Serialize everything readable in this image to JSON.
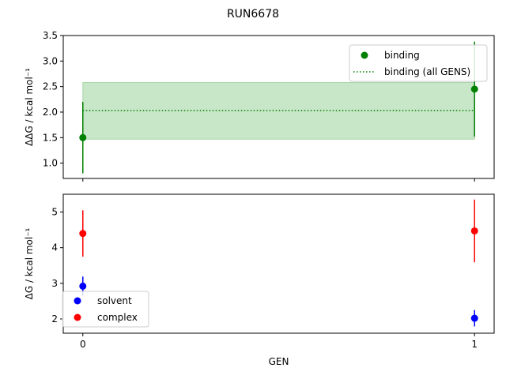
{
  "title": "RUN6678",
  "colors": {
    "binding": "#008000",
    "band": "#c8e6c8",
    "solvent": "#0000ff",
    "complex": "#ff0000"
  },
  "chart_data": [
    {
      "type": "scatter",
      "panel": "top",
      "ylabel": "ΔΔG / kcal mol⁻¹",
      "ylim": [
        0.7,
        3.5
      ],
      "yticks": [
        "1.0",
        "1.5",
        "2.0",
        "2.5",
        "3.0",
        "3.5"
      ],
      "xlim": [
        -0.05,
        1.05
      ],
      "show_xticklabels": false,
      "series": [
        {
          "name": "binding",
          "marker": "circle",
          "x": [
            0,
            1
          ],
          "y": [
            1.5,
            2.45
          ],
          "yerr": [
            0.7,
            0.93
          ]
        },
        {
          "name": "binding (all GENS)",
          "marker": "dotted-line",
          "y": 2.03,
          "band": [
            1.47,
            2.58
          ]
        }
      ],
      "legend": "top-right"
    },
    {
      "type": "scatter",
      "panel": "bottom",
      "xlabel": "GEN",
      "ylabel": "ΔG / kcal mol⁻¹",
      "ylim": [
        1.6,
        5.5
      ],
      "yticks": [
        "2",
        "3",
        "4",
        "5"
      ],
      "xlim": [
        -0.05,
        1.05
      ],
      "xticks": [
        "0",
        "1"
      ],
      "series": [
        {
          "name": "solvent",
          "x": [
            0,
            1
          ],
          "y": [
            2.92,
            2.02
          ],
          "yerr": [
            0.27,
            0.23
          ]
        },
        {
          "name": "complex",
          "x": [
            0,
            1
          ],
          "y": [
            4.4,
            4.47
          ],
          "yerr": [
            0.65,
            0.88
          ]
        }
      ],
      "legend": "bottom-left"
    }
  ]
}
